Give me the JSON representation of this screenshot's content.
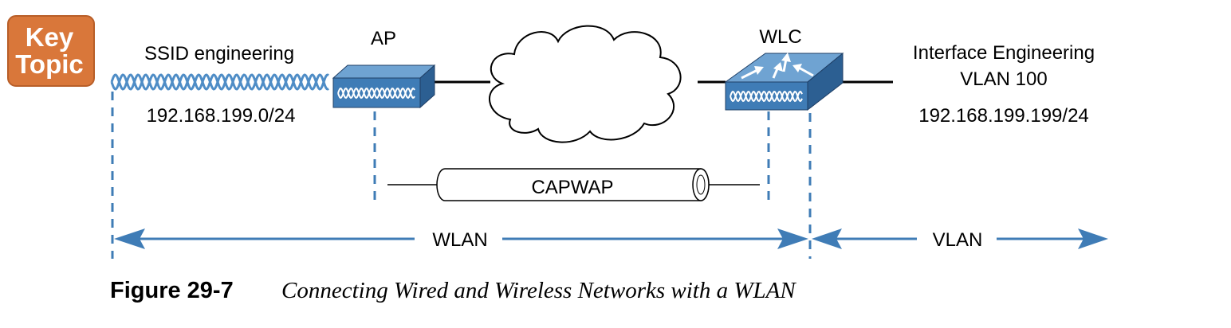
{
  "badge": {
    "line1": "Key",
    "line2": "Topic"
  },
  "labels": {
    "ssid": "SSID engineering",
    "ap": "AP",
    "wlc": "WLC",
    "interface": "Interface Engineering",
    "vlan_id": "VLAN 100",
    "subnet": "192.168.199.0/24",
    "wlc_ip": "192.168.199.199/24",
    "capwap": "CAPWAP",
    "wlan_span": "WLAN",
    "vlan_span": "VLAN"
  },
  "caption": {
    "number": "Figure 29-7",
    "title": "Connecting Wired and Wireless Networks with a WLAN"
  },
  "colors": {
    "badge": "#D9773A",
    "device_front": "#3F7CB6",
    "device_top": "#6FA3D2",
    "device_side": "#2C5F92",
    "wave": "#4F8DC6",
    "dash": "#3F7CB6",
    "arrow": "#3F7CB6"
  },
  "icons": [
    "access-point-icon",
    "wireless-lan-controller-icon",
    "cloud-icon",
    "capwap-tunnel-icon",
    "wireless-wave-icon"
  ]
}
